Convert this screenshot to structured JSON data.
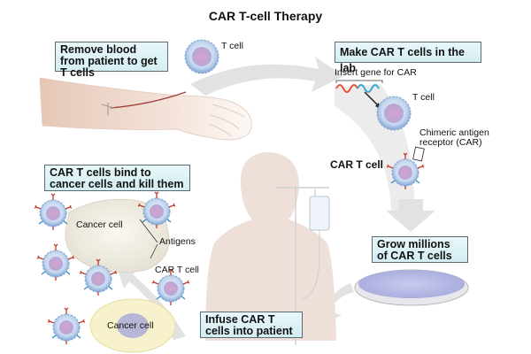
{
  "title": "CAR T-cell Therapy",
  "steps": [
    {
      "id": "remove-blood",
      "text": "Remove blood from patient to get T cells"
    },
    {
      "id": "make-car",
      "text": "Make CAR T cells in the lab"
    },
    {
      "id": "grow",
      "text": "Grow millions of CAR T cells"
    },
    {
      "id": "infuse",
      "text": "Infuse CAR T cells into patient"
    },
    {
      "id": "bind",
      "text": "CAR T cells bind to cancer cells and kill them"
    }
  ],
  "labels": {
    "t_cell_top": "T cell",
    "insert_gene": "Insert gene for CAR",
    "t_cell_lab": "T cell",
    "car_receptor": "Chimeric antigen receptor (CAR)",
    "car_t_cell_lab": "CAR T cell",
    "cancer_cell_1": "Cancer cell",
    "antigens": "Antigens",
    "car_t_cell_bind": "CAR T cell",
    "cancer_cell_2": "Cancer cell"
  },
  "colors": {
    "box_fill": "#dff3f7",
    "box_border": "#5a6a70",
    "arrow": "#dcdcdc",
    "t_cell": "#a9c4e6",
    "nucleus": "#c7a3d1",
    "skin": "#f1ddd3",
    "body_silhouette": "#eedcd6",
    "cancer_cell": "#f2efe6",
    "cancer_cell_yellow": "#f7f1c8",
    "dna_red": "#e8533a",
    "dna_blue": "#3aa7d6"
  }
}
